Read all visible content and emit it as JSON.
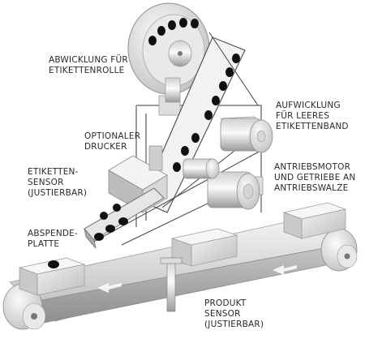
{
  "labels": {
    "unwind": [
      "ABWICKLUNG FÜR",
      "ETIKETTENROLLE"
    ],
    "rewind": [
      "AUFWICKLUNG",
      "FÜR LEERES",
      "ETIKETTENBAND"
    ],
    "printer": [
      "OPTIONALER",
      "DRUCKER"
    ],
    "label_sensor": [
      "ETIKETTEN-",
      "SENSOR",
      "(JUSTIERBAR)"
    ],
    "motor": [
      "ANTRIEBSMOTOR",
      "UND GETRIEBE AN",
      "ANTRIEBSWALZE"
    ],
    "peel_plate": [
      "ABSPENDE-",
      "PLATTE"
    ],
    "product_sensor": [
      "PRODUKT",
      "SENSOR",
      "(JUSTIERBAR)"
    ]
  }
}
